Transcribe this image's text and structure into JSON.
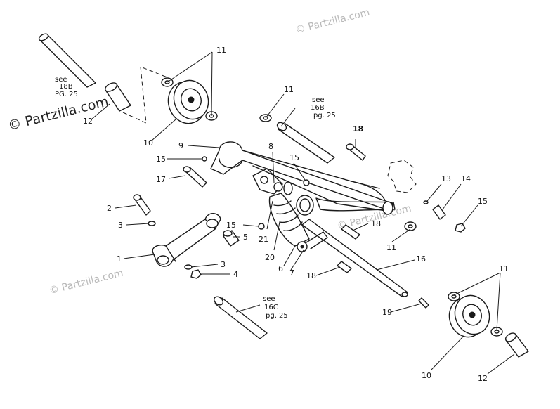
{
  "watermark": {
    "text": "© Partzilla.com"
  },
  "callouts": {
    "c1": "1",
    "c2": "2",
    "c3a": "3",
    "c3b": "3",
    "c4": "4",
    "c5": "5",
    "c6": "6",
    "c7": "7",
    "c8": "8",
    "c9": "9",
    "c10a": "10",
    "c10b": "10",
    "c11a": "11",
    "c11b": "11",
    "c11c": "11",
    "c11d": "11",
    "c12a": "12",
    "c12b": "12",
    "c13": "13",
    "c14": "14",
    "c15a": "15",
    "c15b": "15",
    "c15c": "15",
    "c15d": "15",
    "c16": "16",
    "c17": "17",
    "c18a": "18",
    "c18b": "18",
    "c18c": "18",
    "c19": "19",
    "c20": "20",
    "c21": "21"
  },
  "references": {
    "ref_18b": {
      "line1": "see",
      "line2": "18B",
      "line3": "PG. 25"
    },
    "ref_16b": {
      "line1": "see",
      "line2": "16B",
      "line3": "pg. 25"
    },
    "ref_16c": {
      "line1": "see",
      "line2": "16C",
      "line3": "pg. 25"
    }
  }
}
